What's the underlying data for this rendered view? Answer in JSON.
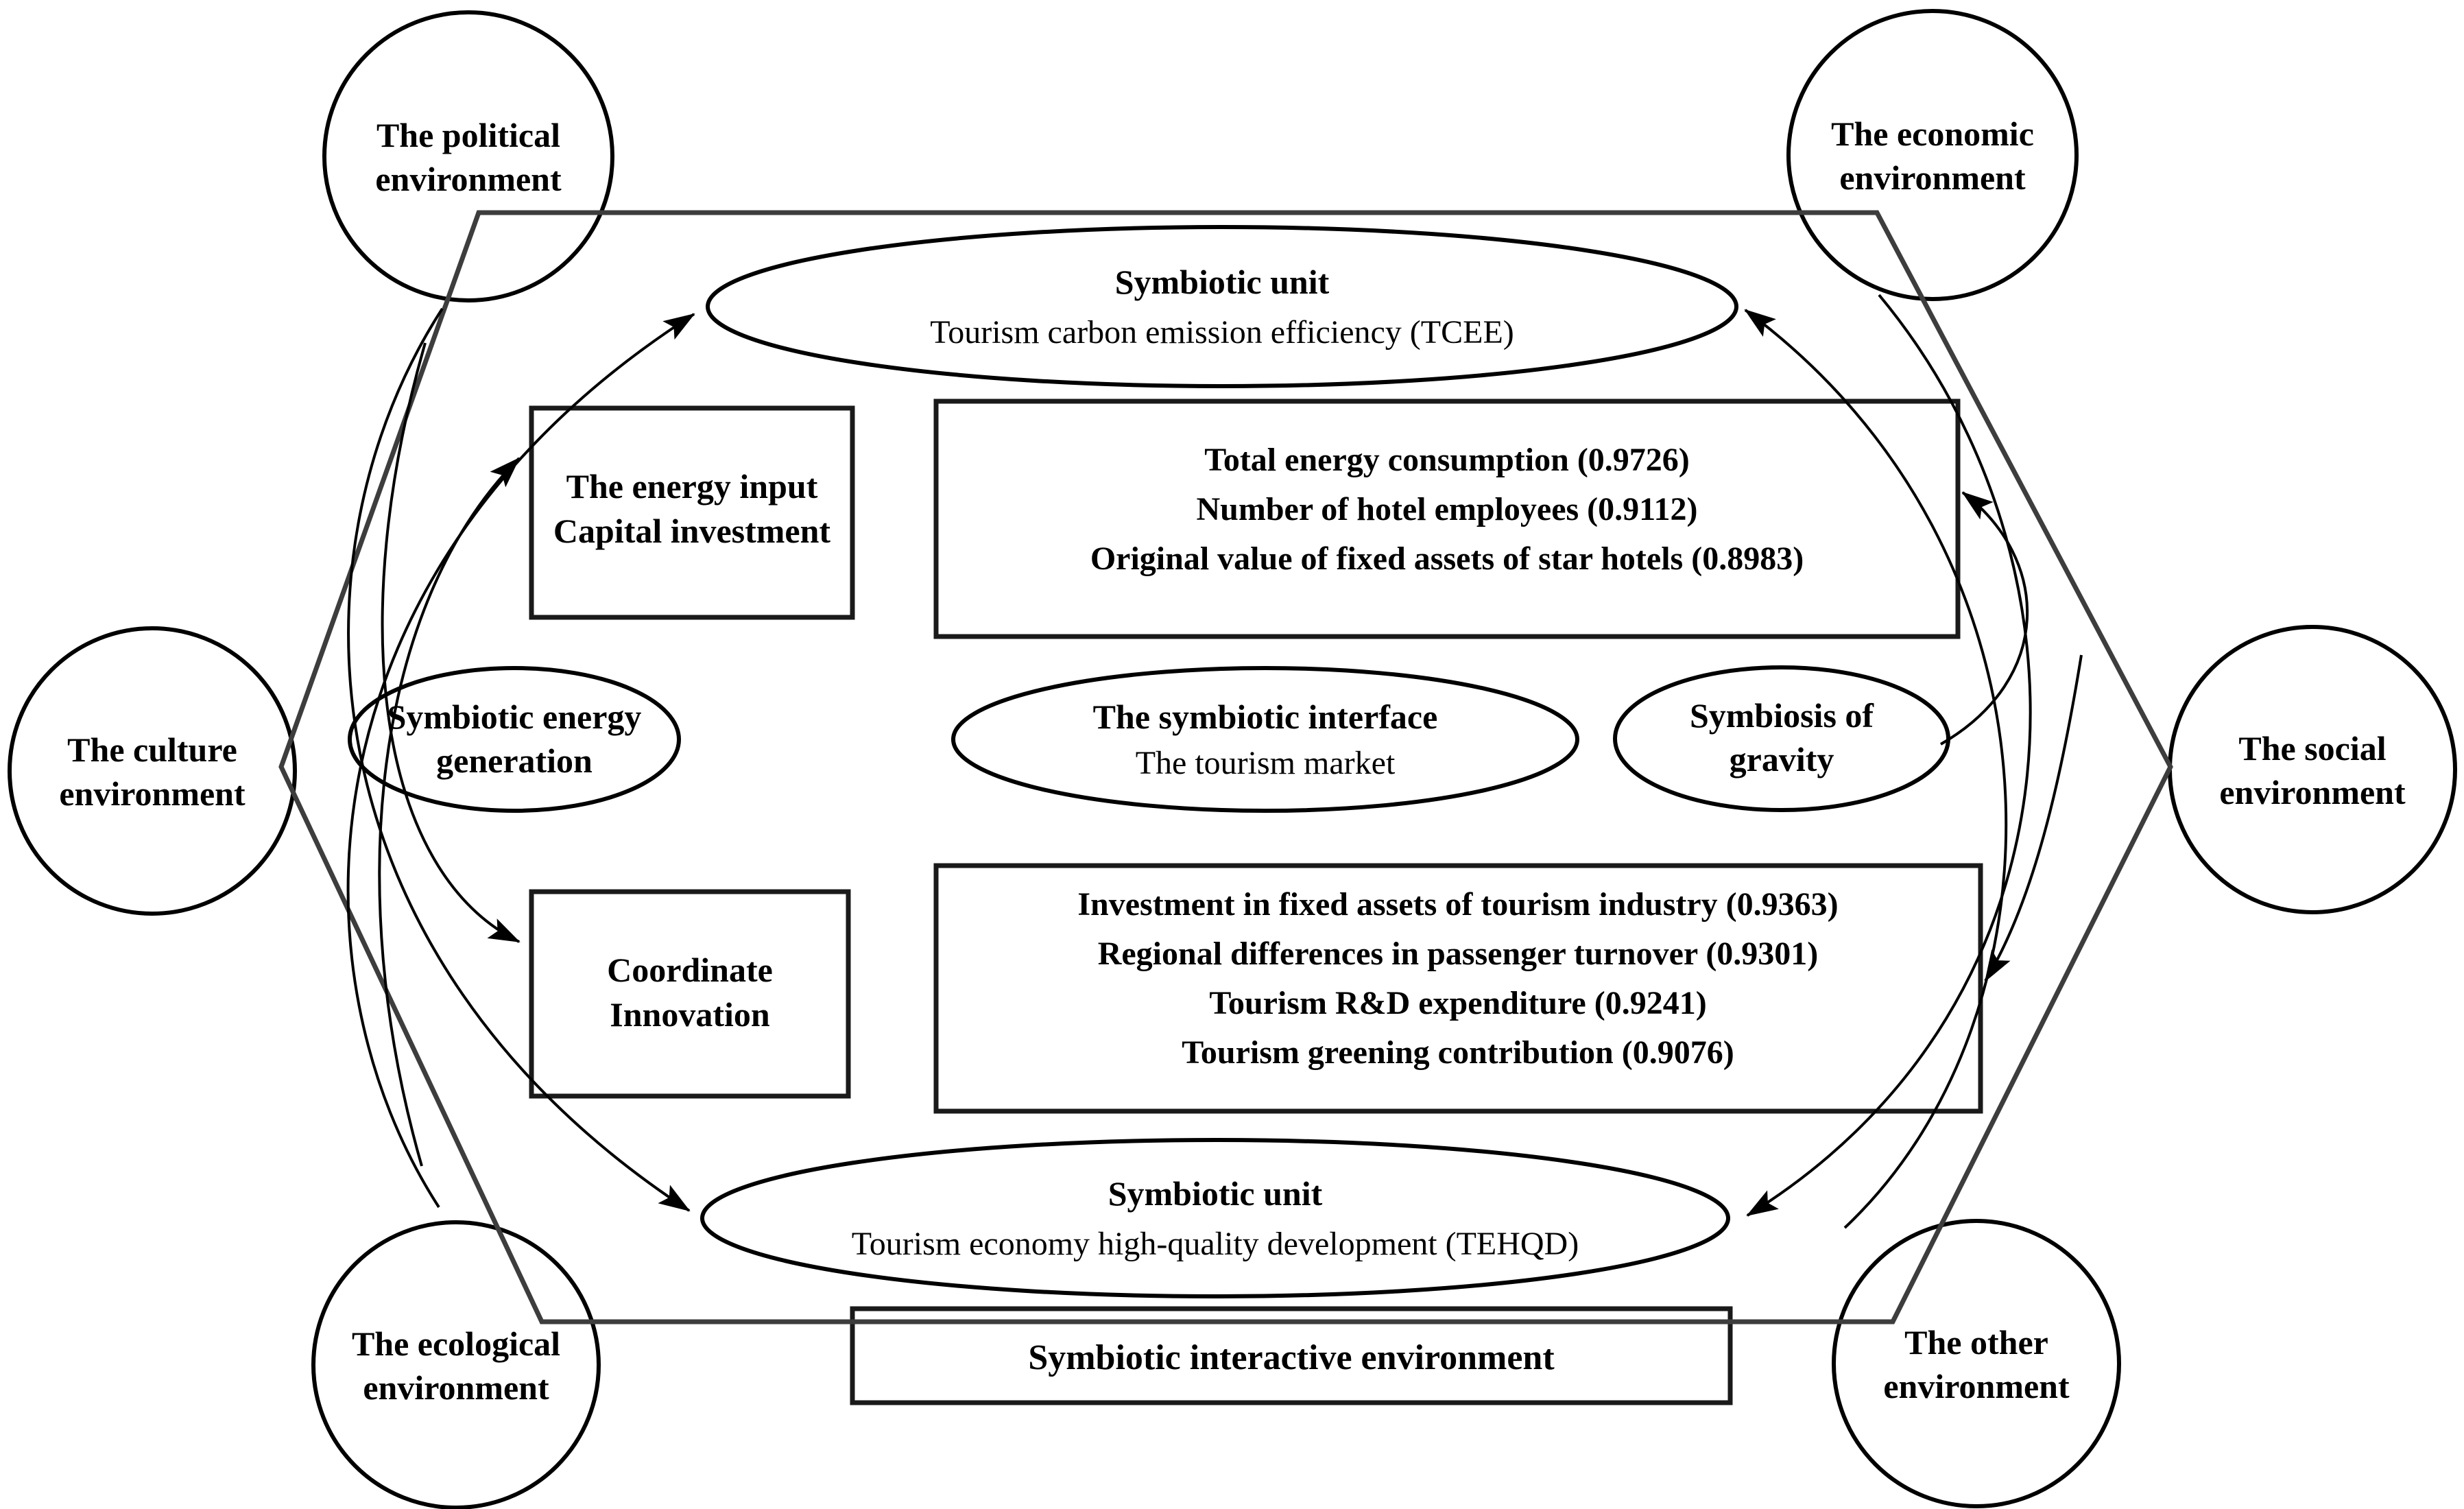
{
  "title": "Tourism symbiosis system diagram",
  "env_circles": {
    "political": [
      "The political",
      "environment"
    ],
    "economic": [
      "The economic",
      "environment"
    ],
    "culture": [
      "The culture",
      "environment"
    ],
    "social": [
      "The social",
      "environment"
    ],
    "ecological": [
      "The ecological",
      "environment"
    ],
    "other": [
      "The other",
      "environment"
    ]
  },
  "top_unit": {
    "title": "Symbiotic unit",
    "subtitle": "Tourism carbon emission efficiency (TCEE)"
  },
  "bottom_unit": {
    "title": "Symbiotic unit",
    "subtitle": "Tourism economy high-quality development (TEHQD)"
  },
  "energy_generation": [
    "Symbiotic energy",
    "generation"
  ],
  "interface": {
    "title": "The symbiotic interface",
    "subtitle": "The tourism market"
  },
  "gravity": [
    "Symbiosis of",
    "gravity"
  ],
  "energy_input_box": [
    "The energy input",
    "Capital investment"
  ],
  "tcee_indicators": [
    "Total energy consumption (0.9726)",
    "Number of hotel employees (0.9112)",
    "Original value of fixed assets of star hotels (0.8983)"
  ],
  "innovation_box": [
    "Coordinate",
    "Innovation"
  ],
  "tehqd_indicators": [
    "Investment in fixed assets of tourism industry (0.9363)",
    "Regional differences in passenger turnover (0.9301)",
    "Tourism R&D expenditure (0.9241)",
    "Tourism greening contribution (0.9076)"
  ],
  "interactive_environment_label": "Symbiotic interactive environment",
  "colors": {
    "shape_stroke": "#000000",
    "frame_stroke": "#3d3d3d",
    "background": "#ffffff",
    "text": "#000000"
  }
}
